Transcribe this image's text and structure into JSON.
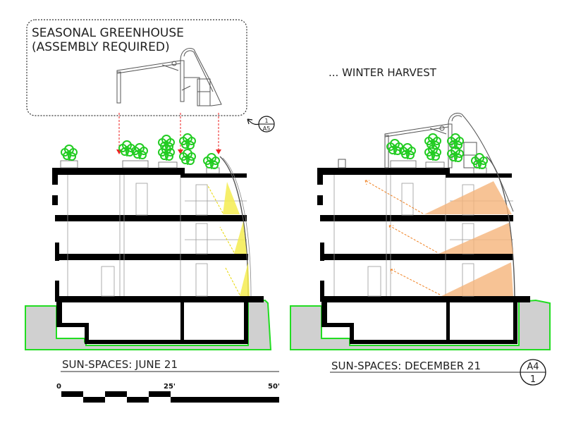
{
  "callout": {
    "title_line1": "SEASONAL GREENHOUSE",
    "title_line2": "(ASSEMBLY REQUIRED)",
    "detail_ref_number": "1",
    "detail_ref_sheet": "A5"
  },
  "winter_heading": "... WINTER HARVEST",
  "left_section": {
    "caption": "SUN-SPACES: JUNE 21"
  },
  "right_section": {
    "caption": "SUN-SPACES: DECEMBER 21"
  },
  "sheet_tag": {
    "sheet": "A4",
    "number": "1"
  },
  "scale_bar": {
    "label_zero": "0",
    "label_mid": "25'",
    "label_end": "50'"
  },
  "colors": {
    "ground_fill": "#d0d0d0",
    "ground_outline": "#22dd22",
    "plant_green": "#22cc22",
    "summer_sun": "#f5ec50",
    "winter_sun": "#f5b47a",
    "winter_arrow": "#f08020",
    "red_arrow": "#ee2222",
    "structure": "#000000"
  }
}
